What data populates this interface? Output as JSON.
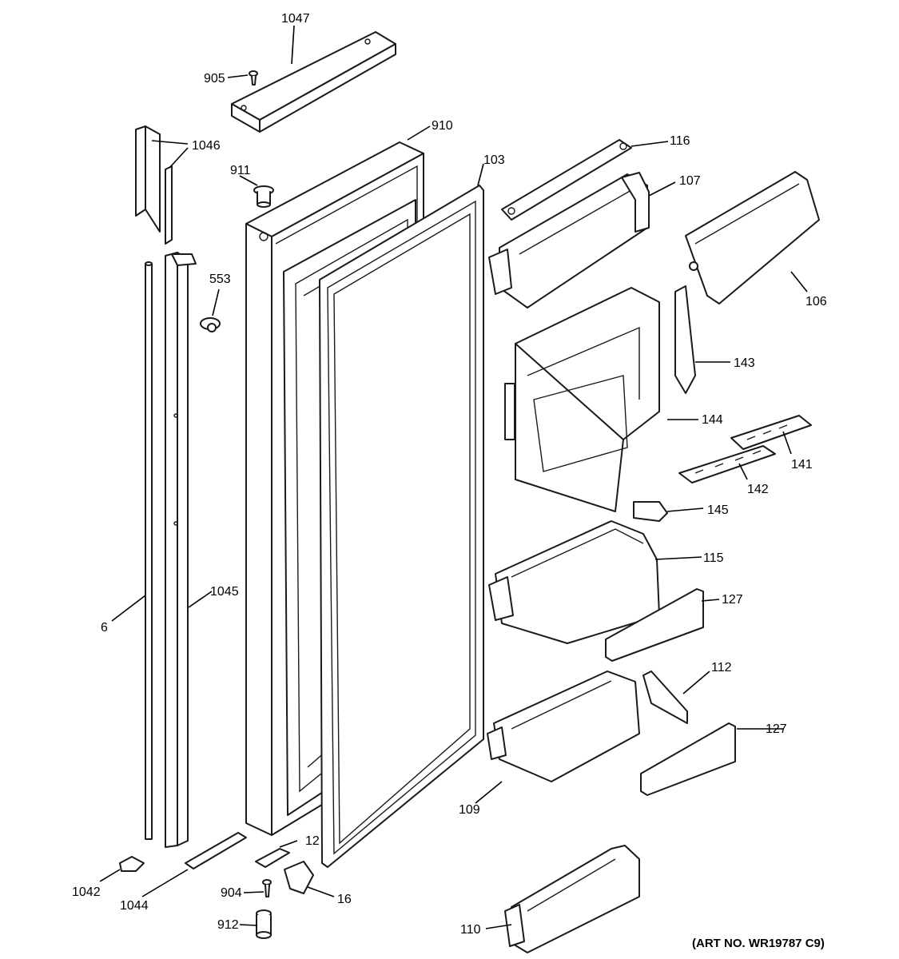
{
  "callouts": {
    "c1047": "1047",
    "c905": "905",
    "c910": "910",
    "c1046": "1046",
    "c911": "911",
    "c103": "103",
    "c116": "116",
    "c107": "107",
    "c106": "106",
    "c553": "553",
    "c143": "143",
    "c144": "144",
    "c141": "141",
    "c142": "142",
    "c145": "145",
    "c115": "115",
    "c127a": "127",
    "c6": "6",
    "c1045": "1045",
    "c112": "112",
    "c127b": "127",
    "c109": "109",
    "c12": "12",
    "c1042": "1042",
    "c1044": "1044",
    "c904": "904",
    "c16": "16",
    "c912": "912",
    "c110": "110"
  },
  "art_number": "(ART NO. WR19787 C9)"
}
